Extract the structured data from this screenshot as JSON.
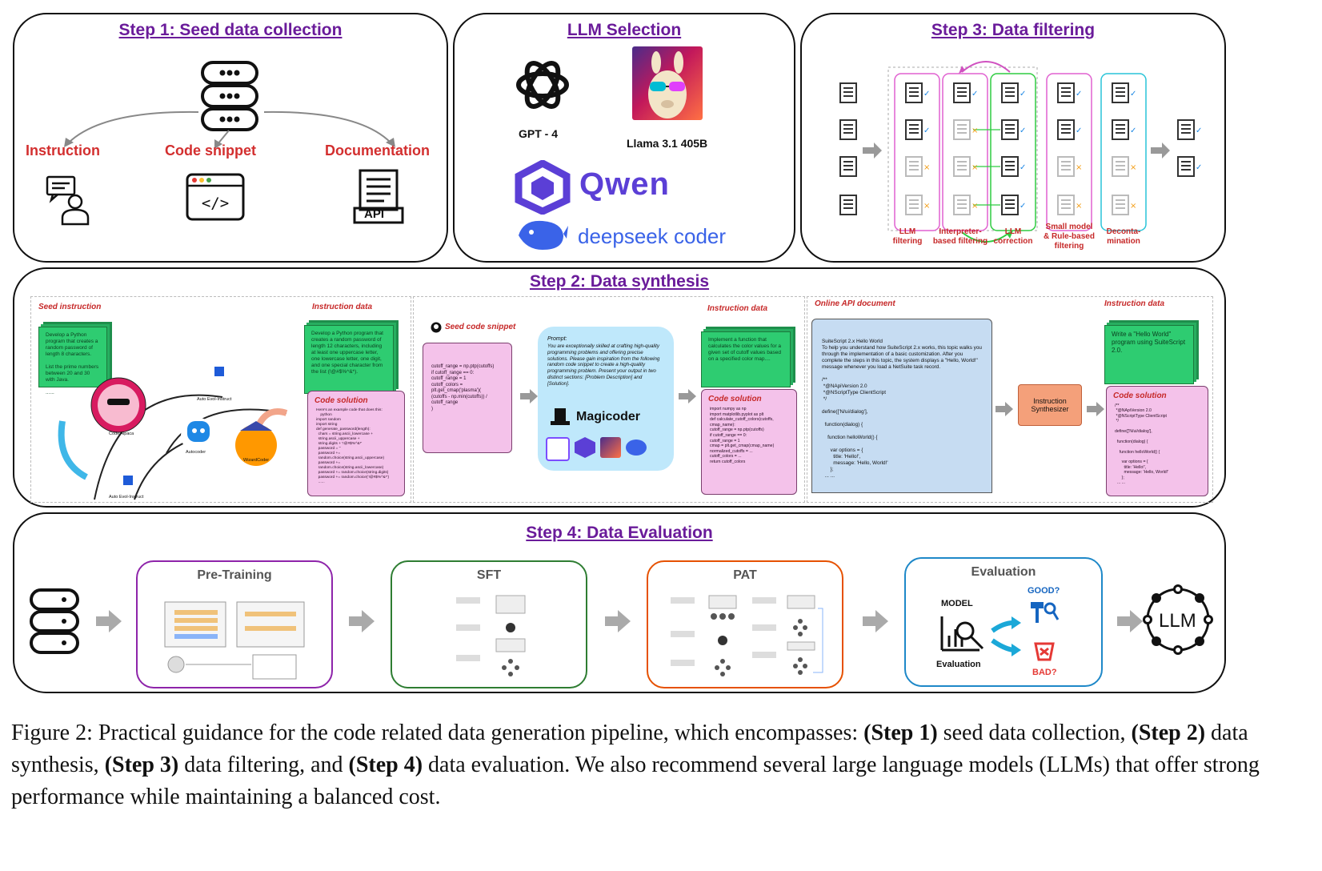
{
  "step1": {
    "title": "Step 1: Seed data collection",
    "items": [
      "Instruction",
      "Code snippet",
      "Documentation"
    ],
    "api_label": "API"
  },
  "llm": {
    "title": "LLM Selection",
    "gpt_label": "GPT - 4",
    "llama_label": "Llama 3.1 405B",
    "qwen_label": "Qwen",
    "deepseek_label": "deepseek coder"
  },
  "step3": {
    "title": "Step 3: Data filtering",
    "stages": [
      "LLM\nfiltering",
      "Interpreter-\nbased filtering",
      "LLM\ncorrection",
      "Small model\n& Rule-based\nfiltering",
      "Deconta-\nmination"
    ]
  },
  "step2": {
    "title": "Step 2: Data synthesis",
    "a": {
      "seed_label": "Seed instruction",
      "seed_text": "Develop a Python program that creates a random password of length 8 characters.\n\nList the prime numbers between 20 and 30 with Java.\n\n......",
      "instr_label": "Instruction data",
      "instr_text": "Develop a Python program that creates a random password of length 12 characters, including at least one uppercase letter, one lowercase letter, one digit, and one special character from the list (!@#$%^&*).",
      "code_label": "Code solution",
      "code_text": "Here's an example code that does this:\n    python\nimport random\nimport string\ndef generate_password(length):\n  chars = string.ascii_lowercase +\n  string.ascii_uppercase +\n  string.digits + '!@#$%^&*'\n  password = ''\n  password +=\n  random.choice(string.ascii_uppercase)\n  password +=\n  random.choice(string.ascii_lowercase)\n  password += random.choice(string.digits)\n  password += random.choice('!@#$%^&*')\n  ......",
      "models": [
        "Code Alpaca",
        "Auto Evol-Instruct",
        "Autocoder",
        "Auto Evol-Instruct",
        "WizardCoder"
      ]
    },
    "b": {
      "seed_label": "Seed code snippet",
      "snippet": "cutoff_range = np.ptp(cutoffs)\nif cutoff_range == 0:\ncutoff_range = 1\ncutoff_colors =\nplt.get_cmap('plasma')(\n(cutoffs - np.min(cutoffs)) /\ncutoff_range\n)",
      "prompt_label": "Prompt:",
      "prompt_text": "You are exceptionally skilled at crafting high-quality programming problems and offering precise solutions. Please gain inspiration from the following random code snippet to create a high-quality programming problem. Present your output in two distinct sections: [Problem Description] and [Solution].",
      "magicoder": "Magicoder",
      "instr_label": "Instruction data",
      "instr_text": "Implement a function that calculates the color values for a given set of cutoff values based on a specified color map....",
      "code_label": "Code solution",
      "code_text": "import numpy as np\nimport matplotlib.pyplot as plt\ndef calculate_cutoff_colors(cutoffs,\ncmap_name):\ncutoff_range = np.ptp(cutoffs)\nif cutoff_range == 0:\ncutoff_range = 1\ncmap = plt.get_cmap(cmap_name)\nnormalized_cutoffs = ...\ncutoff_colors = ...\nreturn cutoff_colors"
    },
    "c": {
      "doc_label": "Online API document",
      "doc_text": "SuiteScript 2.x Hello World\nTo help you understand how SuiteScript 2.x works, this topic walks you through the implementation of a basic customization. After you complete the steps in this topic, the system displays a \"Hello, World!\" message whenever you load a NetSuite task record.\n\n/**\n *@NApiVersion 2.0\n *@NScriptType ClientScript\n */\n\ndefine(['N/ui/dialog'],\n\n  function(dialog) {\n\n    function helloWorld() {\n\n      var options = {\n        title: 'Hello!',\n        message: 'Hello, World!'\n      };\n  ... ...",
      "synth_label": "Instruction\nSynthesizer",
      "instr_label": "Instruction data",
      "instr_text": "Write a \"Hello World\" program using SuiteScript 2.0.",
      "code_label": "Code solution",
      "code_text": "/**\n *@NApiVersion 2.0\n *@NScriptType ClientScript\n */\n\ndefine(['N/ui/dialog'],\n\n  function(dialog) {\n\n    function helloWorld() {\n\n      var options = {\n        title: 'Hello!',\n        message: 'Hello, World!'\n      };\n  ... ..."
    }
  },
  "step4": {
    "title": "Step 4: Data Evaluation",
    "boxes": [
      "Pre-Training",
      "SFT",
      "PAT",
      "Evaluation"
    ],
    "model_label": "MODEL",
    "evaluation_label": "Evaluation",
    "good_label": "GOOD?",
    "bad_label": "BAD?",
    "llm_label": "LLM",
    "box_colors": [
      "#8e24aa",
      "#2e7d32",
      "#e65100",
      "#1e88c8"
    ]
  },
  "caption": {
    "prefix": "Figure 2: Practical guidance for the code related data generation pipeline, which encompasses: ",
    "s1": "(Step 1)",
    "t1": " seed data collection, ",
    "s2": "(Step 2)",
    "t2": " data synthesis, ",
    "s3": "(Step 3)",
    "t3": " data filtering, and ",
    "s4": "(Step 4)",
    "t4": " data evaluation. We also recommend several large language models (LLMs) that offer strong performance while maintaining a balanced cost."
  }
}
